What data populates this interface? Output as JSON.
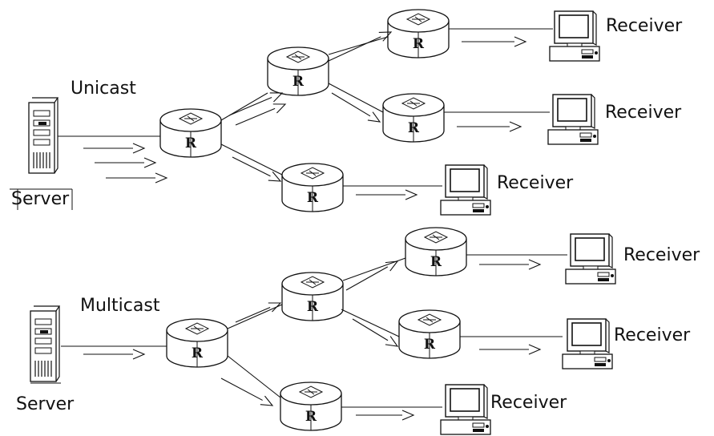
{
  "unicast": {
    "title": "Unicast",
    "server_label": "Server",
    "receivers": [
      "Receiver",
      "Receiver",
      "Receiver"
    ]
  },
  "multicast": {
    "title": "Multicast",
    "server_label": "Server",
    "receivers": [
      "Receiver",
      "Receiver",
      "Receiver"
    ]
  },
  "router_glyph": "R"
}
